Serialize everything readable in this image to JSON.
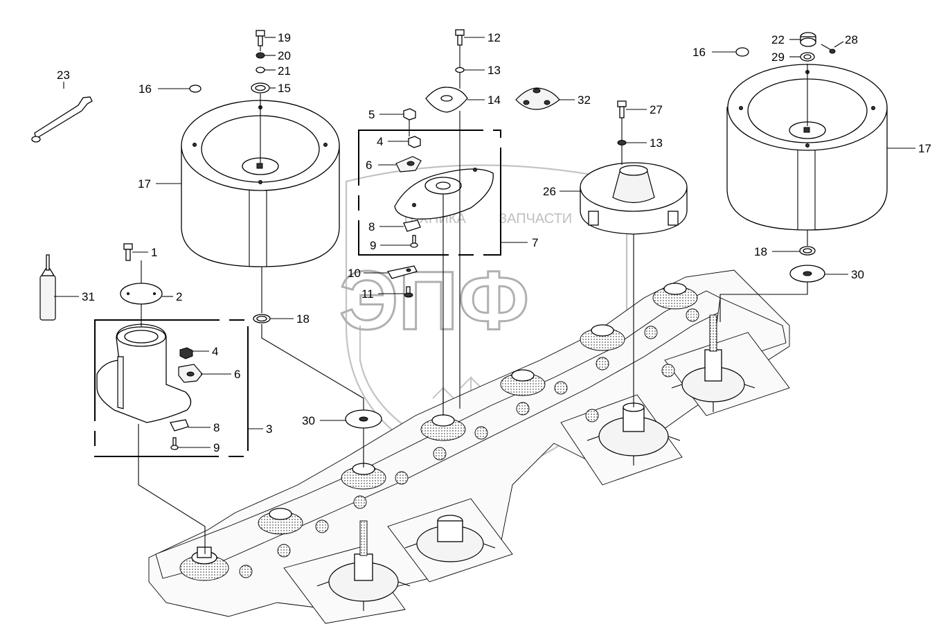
{
  "watermark": {
    "line1": "ТЕХНИКА",
    "line2": "ЗАПЧАСТИ",
    "big": "ЭПФ"
  },
  "callouts": [
    {
      "id": "c1",
      "text": "1"
    },
    {
      "id": "c2",
      "text": "2"
    },
    {
      "id": "c3",
      "text": "3"
    },
    {
      "id": "c4a",
      "text": "4"
    },
    {
      "id": "c4b",
      "text": "4"
    },
    {
      "id": "c5",
      "text": "5"
    },
    {
      "id": "c6a",
      "text": "6"
    },
    {
      "id": "c6b",
      "text": "6"
    },
    {
      "id": "c7",
      "text": "7"
    },
    {
      "id": "c8a",
      "text": "8"
    },
    {
      "id": "c8b",
      "text": "8"
    },
    {
      "id": "c9a",
      "text": "9"
    },
    {
      "id": "c9b",
      "text": "9"
    },
    {
      "id": "c10",
      "text": "10"
    },
    {
      "id": "c11",
      "text": "11"
    },
    {
      "id": "c12",
      "text": "12"
    },
    {
      "id": "c13a",
      "text": "13"
    },
    {
      "id": "c13b",
      "text": "13"
    },
    {
      "id": "c14",
      "text": "14"
    },
    {
      "id": "c15",
      "text": "15"
    },
    {
      "id": "c16a",
      "text": "16"
    },
    {
      "id": "c16b",
      "text": "16"
    },
    {
      "id": "c17a",
      "text": "17"
    },
    {
      "id": "c17b",
      "text": "17"
    },
    {
      "id": "c18a",
      "text": "18"
    },
    {
      "id": "c18b",
      "text": "18"
    },
    {
      "id": "c19",
      "text": "19"
    },
    {
      "id": "c20",
      "text": "20"
    },
    {
      "id": "c21",
      "text": "21"
    },
    {
      "id": "c22",
      "text": "22"
    },
    {
      "id": "c23",
      "text": "23"
    },
    {
      "id": "c26",
      "text": "26"
    },
    {
      "id": "c27",
      "text": "27"
    },
    {
      "id": "c28",
      "text": "28"
    },
    {
      "id": "c29",
      "text": "29"
    },
    {
      "id": "c30a",
      "text": "30"
    },
    {
      "id": "c30b",
      "text": "30"
    },
    {
      "id": "c31",
      "text": "31"
    },
    {
      "id": "c32",
      "text": "32"
    }
  ]
}
